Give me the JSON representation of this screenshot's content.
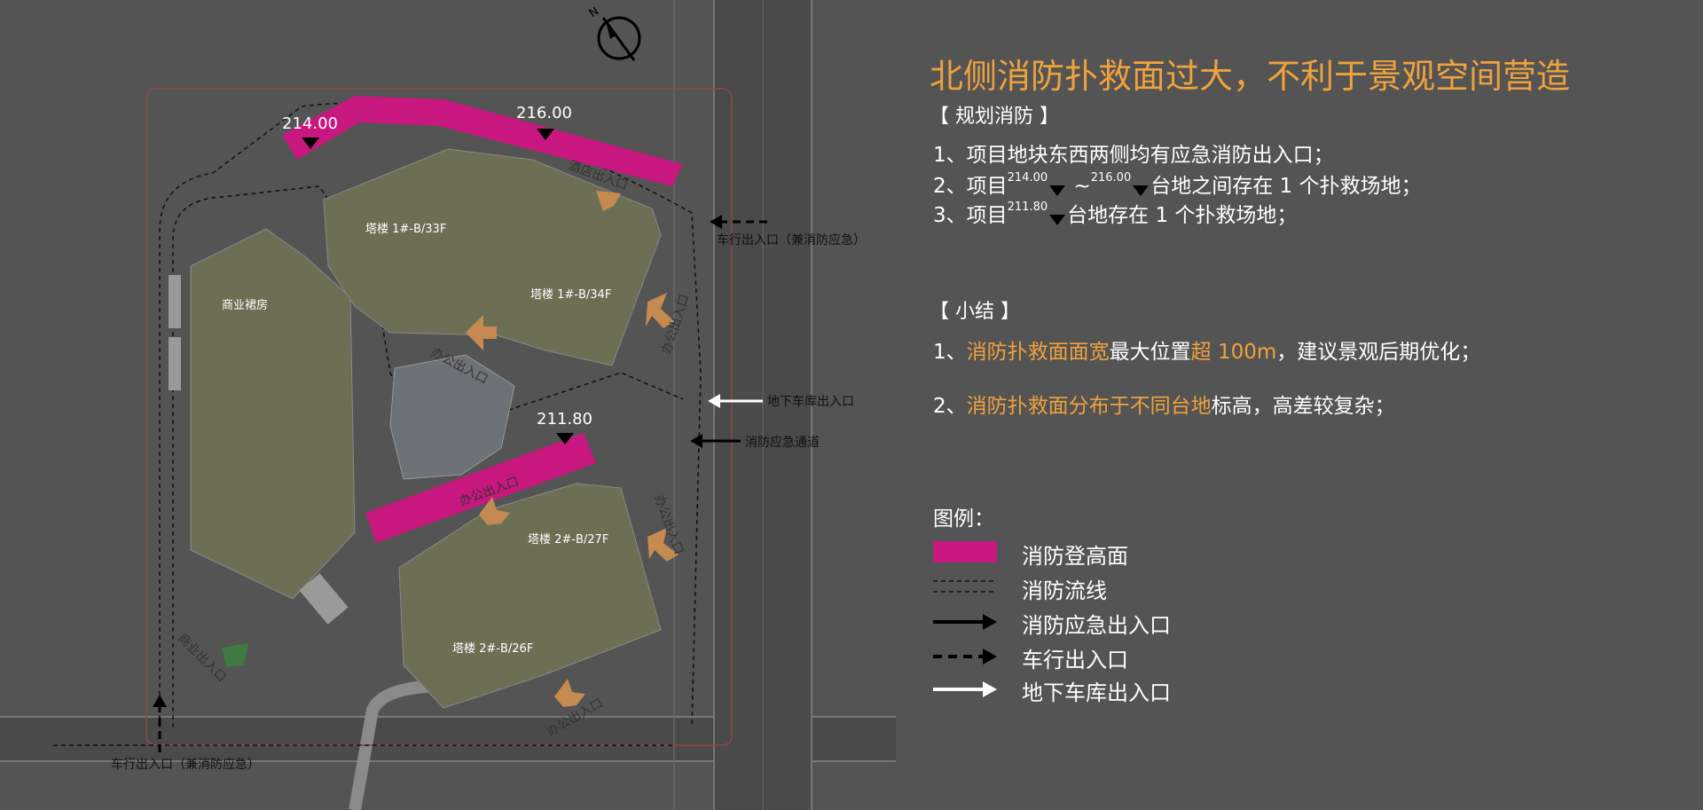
{
  "title": "北侧消防扑救面过大，不利于景观空间营造",
  "planning": {
    "heading": "【 规划消防 】",
    "item1": "1、项目地块东西两侧均有应急消防出入口；",
    "item2_a": "2、项目",
    "item2_sup1": "214.00",
    "item2_tilde": "~",
    "item2_sup2": "216.00",
    "item2_b": "台地之间存在 1 个扑救场地；",
    "item3_a": "3、项目",
    "item3_sup": "211.80",
    "item3_b": "台地存在 1 个扑救场地；"
  },
  "summary": {
    "heading": "【 小结 】",
    "s1_p1": "1、",
    "s1_p2": "消防扑救面面宽",
    "s1_p3": "最大位置",
    "s1_p4": "超 100m",
    "s1_p5": "，建议景观后期优化；",
    "s2_p1": "2、",
    "s2_p2": "消防扑救面分布于不同台地",
    "s2_p3": "标高，高差较复杂；"
  },
  "legend": {
    "title": "图例：",
    "items": [
      {
        "label": "消防登高面",
        "symbol": "magenta-bar"
      },
      {
        "label": "消防流线",
        "symbol": "dashed-line"
      },
      {
        "label": "消防应急出入口",
        "symbol": "black-arrow"
      },
      {
        "label": "车行出入口",
        "symbol": "black-dashed-arrow"
      },
      {
        "label": "地下车库出入口",
        "symbol": "white-arrow"
      }
    ]
  },
  "plan": {
    "elev_214": "214.00",
    "elev_216": "216.00",
    "elev_211": "211.80",
    "tower_1b33": "塔楼 1#-B/33F",
    "tower_1b34": "塔楼 1#-B/34F",
    "tower_2b27": "塔楼 2#-B/27F",
    "tower_2b26": "塔楼 2#-B/26F",
    "commercial": "商业裙房",
    "hotel_entry": "酒店出入口",
    "office_entry": "办公出入口",
    "commercial_entry": "商业出入口",
    "vehicle_entry_fire": "车行出入口（兼消防应急）",
    "garage_entry": "地下车库出入口",
    "fire_lane": "消防应急通道"
  },
  "colors": {
    "background": "#545454",
    "accent_orange": "#f0a23c",
    "fire_face_magenta": "#c8177f",
    "building_green": "#6d6f55",
    "water": "#6d7278"
  }
}
